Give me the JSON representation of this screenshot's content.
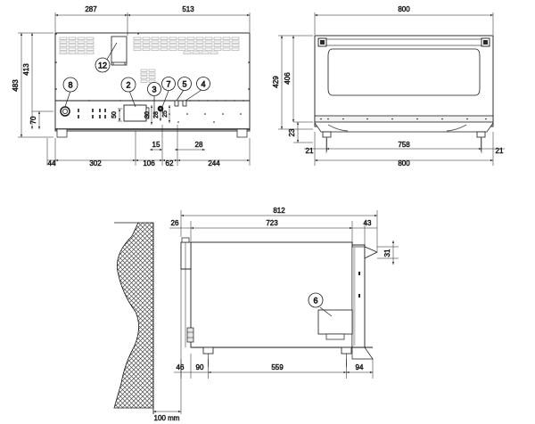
{
  "drawing": {
    "title": "Technical dimension drawing - combi oven / appliance",
    "unit_note": "100 mm",
    "line_color": "#1a1a1a",
    "dim_color": "#1a1a1a",
    "hatch_color": "#555555",
    "fill_color": "#ffffff",
    "grille_color": "#777777"
  },
  "views": {
    "rear": {
      "name": "rear-view",
      "dimensions_top": [
        "287",
        "513"
      ],
      "dimensions_left": [
        "483",
        "413",
        "70"
      ],
      "dimensions_bottom": [
        "44",
        "302",
        "106",
        "62",
        "244"
      ],
      "dimensions_mid": [
        "15",
        "28"
      ],
      "dimensions_small_vertical": [
        "50",
        "30",
        "28",
        "25"
      ],
      "callouts": [
        "12",
        "8",
        "2",
        "3",
        "7",
        "5",
        "4"
      ]
    },
    "front": {
      "name": "front-view",
      "dimensions_top": [
        "800"
      ],
      "dimensions_left": [
        "429",
        "406",
        "23"
      ],
      "dimensions_bottom": [
        "21",
        "758",
        "21",
        "800"
      ],
      "callouts": []
    },
    "side": {
      "name": "side-section-view",
      "dimensions_top": [
        "812",
        "723",
        "26",
        "43"
      ],
      "dimensions_right": [
        "31"
      ],
      "dimensions_bottom": [
        "46",
        "90",
        "559",
        "94"
      ],
      "callouts": [
        "6"
      ],
      "wall_label": "100 mm"
    }
  },
  "labels": {
    "d287": "287",
    "d513": "513",
    "d483": "483",
    "d413": "413",
    "d70": "70",
    "d44": "44",
    "d302": "302",
    "d106": "106",
    "d62": "62",
    "d244": "244",
    "d15": "15",
    "d28": "28",
    "d50": "50",
    "d30": "30",
    "d28b": "28",
    "d25": "25",
    "d800t": "800",
    "d429": "429",
    "d406": "406",
    "d23": "23",
    "d21a": "21",
    "d758": "758",
    "d21b": "21",
    "d800b": "800",
    "d812": "812",
    "d723": "723",
    "d26": "26",
    "d43": "43",
    "d31": "31",
    "d46": "46",
    "d90": "90",
    "d559": "559",
    "d94": "94",
    "wall": "100 mm",
    "c12": "12",
    "c8": "8",
    "c2": "2",
    "c3": "3",
    "c7": "7",
    "c5": "5",
    "c4": "4",
    "c6": "6"
  }
}
